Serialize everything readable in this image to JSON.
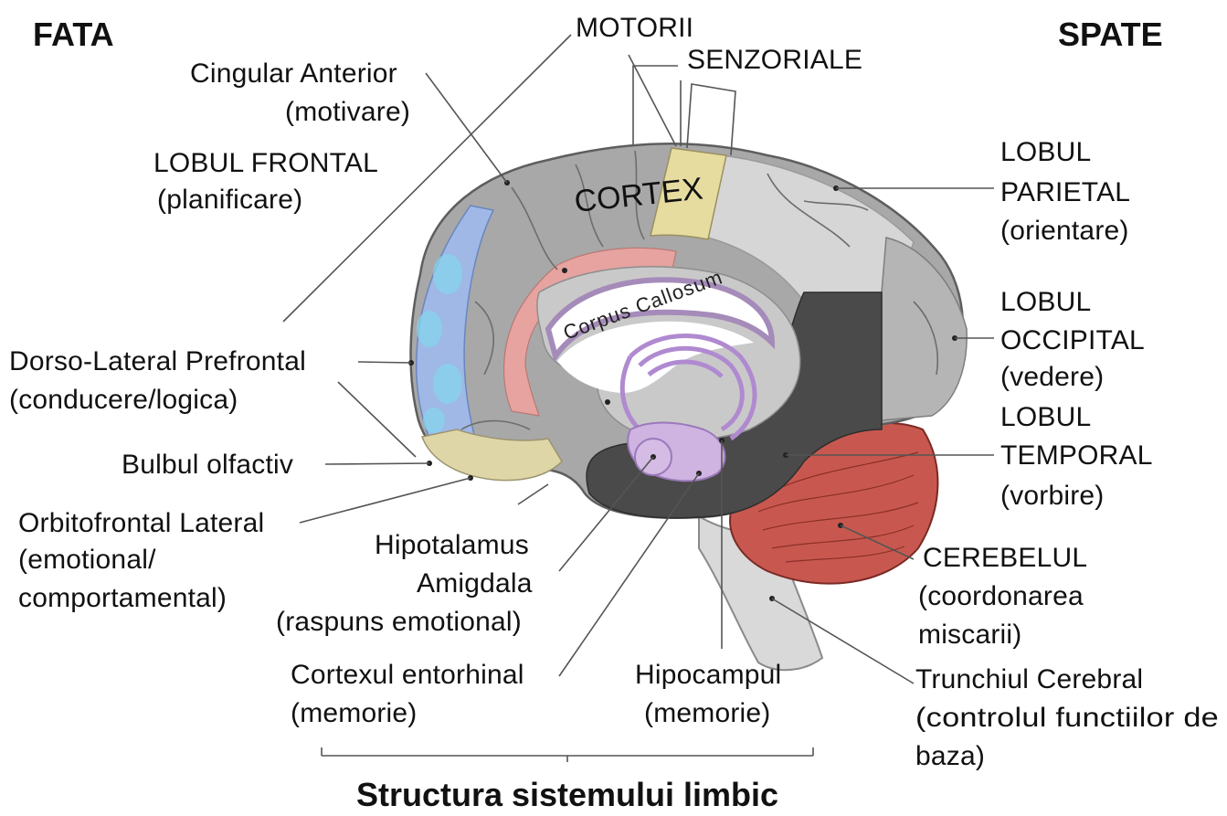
{
  "headers": {
    "front": "FATA",
    "back": "SPATE"
  },
  "cortex_label": "CORTEX",
  "corpus_callosum_label": "Corpus Callosum",
  "top_labels": {
    "motor": "MOTORII",
    "sensory": "SENZORIALE"
  },
  "labels": {
    "cingulate": [
      "Cingular Anterior",
      "(motivare)"
    ],
    "frontal": [
      "LOBUL FRONTAL",
      "(planificare)"
    ],
    "parietal": [
      "LOBUL",
      "PARIETAL",
      "(orientare)"
    ],
    "occipital": [
      "LOBUL",
      "OCCIPITAL",
      "(vedere)"
    ],
    "temporal": [
      "LOBUL",
      "TEMPORAL",
      "(vorbire)"
    ],
    "dorsolateral": [
      "Dorso-Lateral Prefrontal",
      "(conducere/logica)"
    ],
    "olfactory": [
      "Bulbul olfactiv"
    ],
    "orbitofrontal": [
      "Orbitofrontal Lateral",
      "(emotional/",
      "comportamental)"
    ],
    "hypothalamus": [
      "Hipotalamus"
    ],
    "amygdala": [
      "Amigdala",
      "(raspuns emotional)"
    ],
    "entorhinal": [
      "Cortexul entorhinal",
      "(memorie)"
    ],
    "hippocampus": [
      "Hipocampul",
      "(memorie)"
    ],
    "cerebellum": [
      "CEREBELUL",
      "(coordonarea",
      "miscarii)"
    ],
    "brainstem": [
      "Trunchiul Cerebral",
      "(controlul functiilor de",
      "baza)"
    ]
  },
  "footer": "Structura sistemului limbic"
}
